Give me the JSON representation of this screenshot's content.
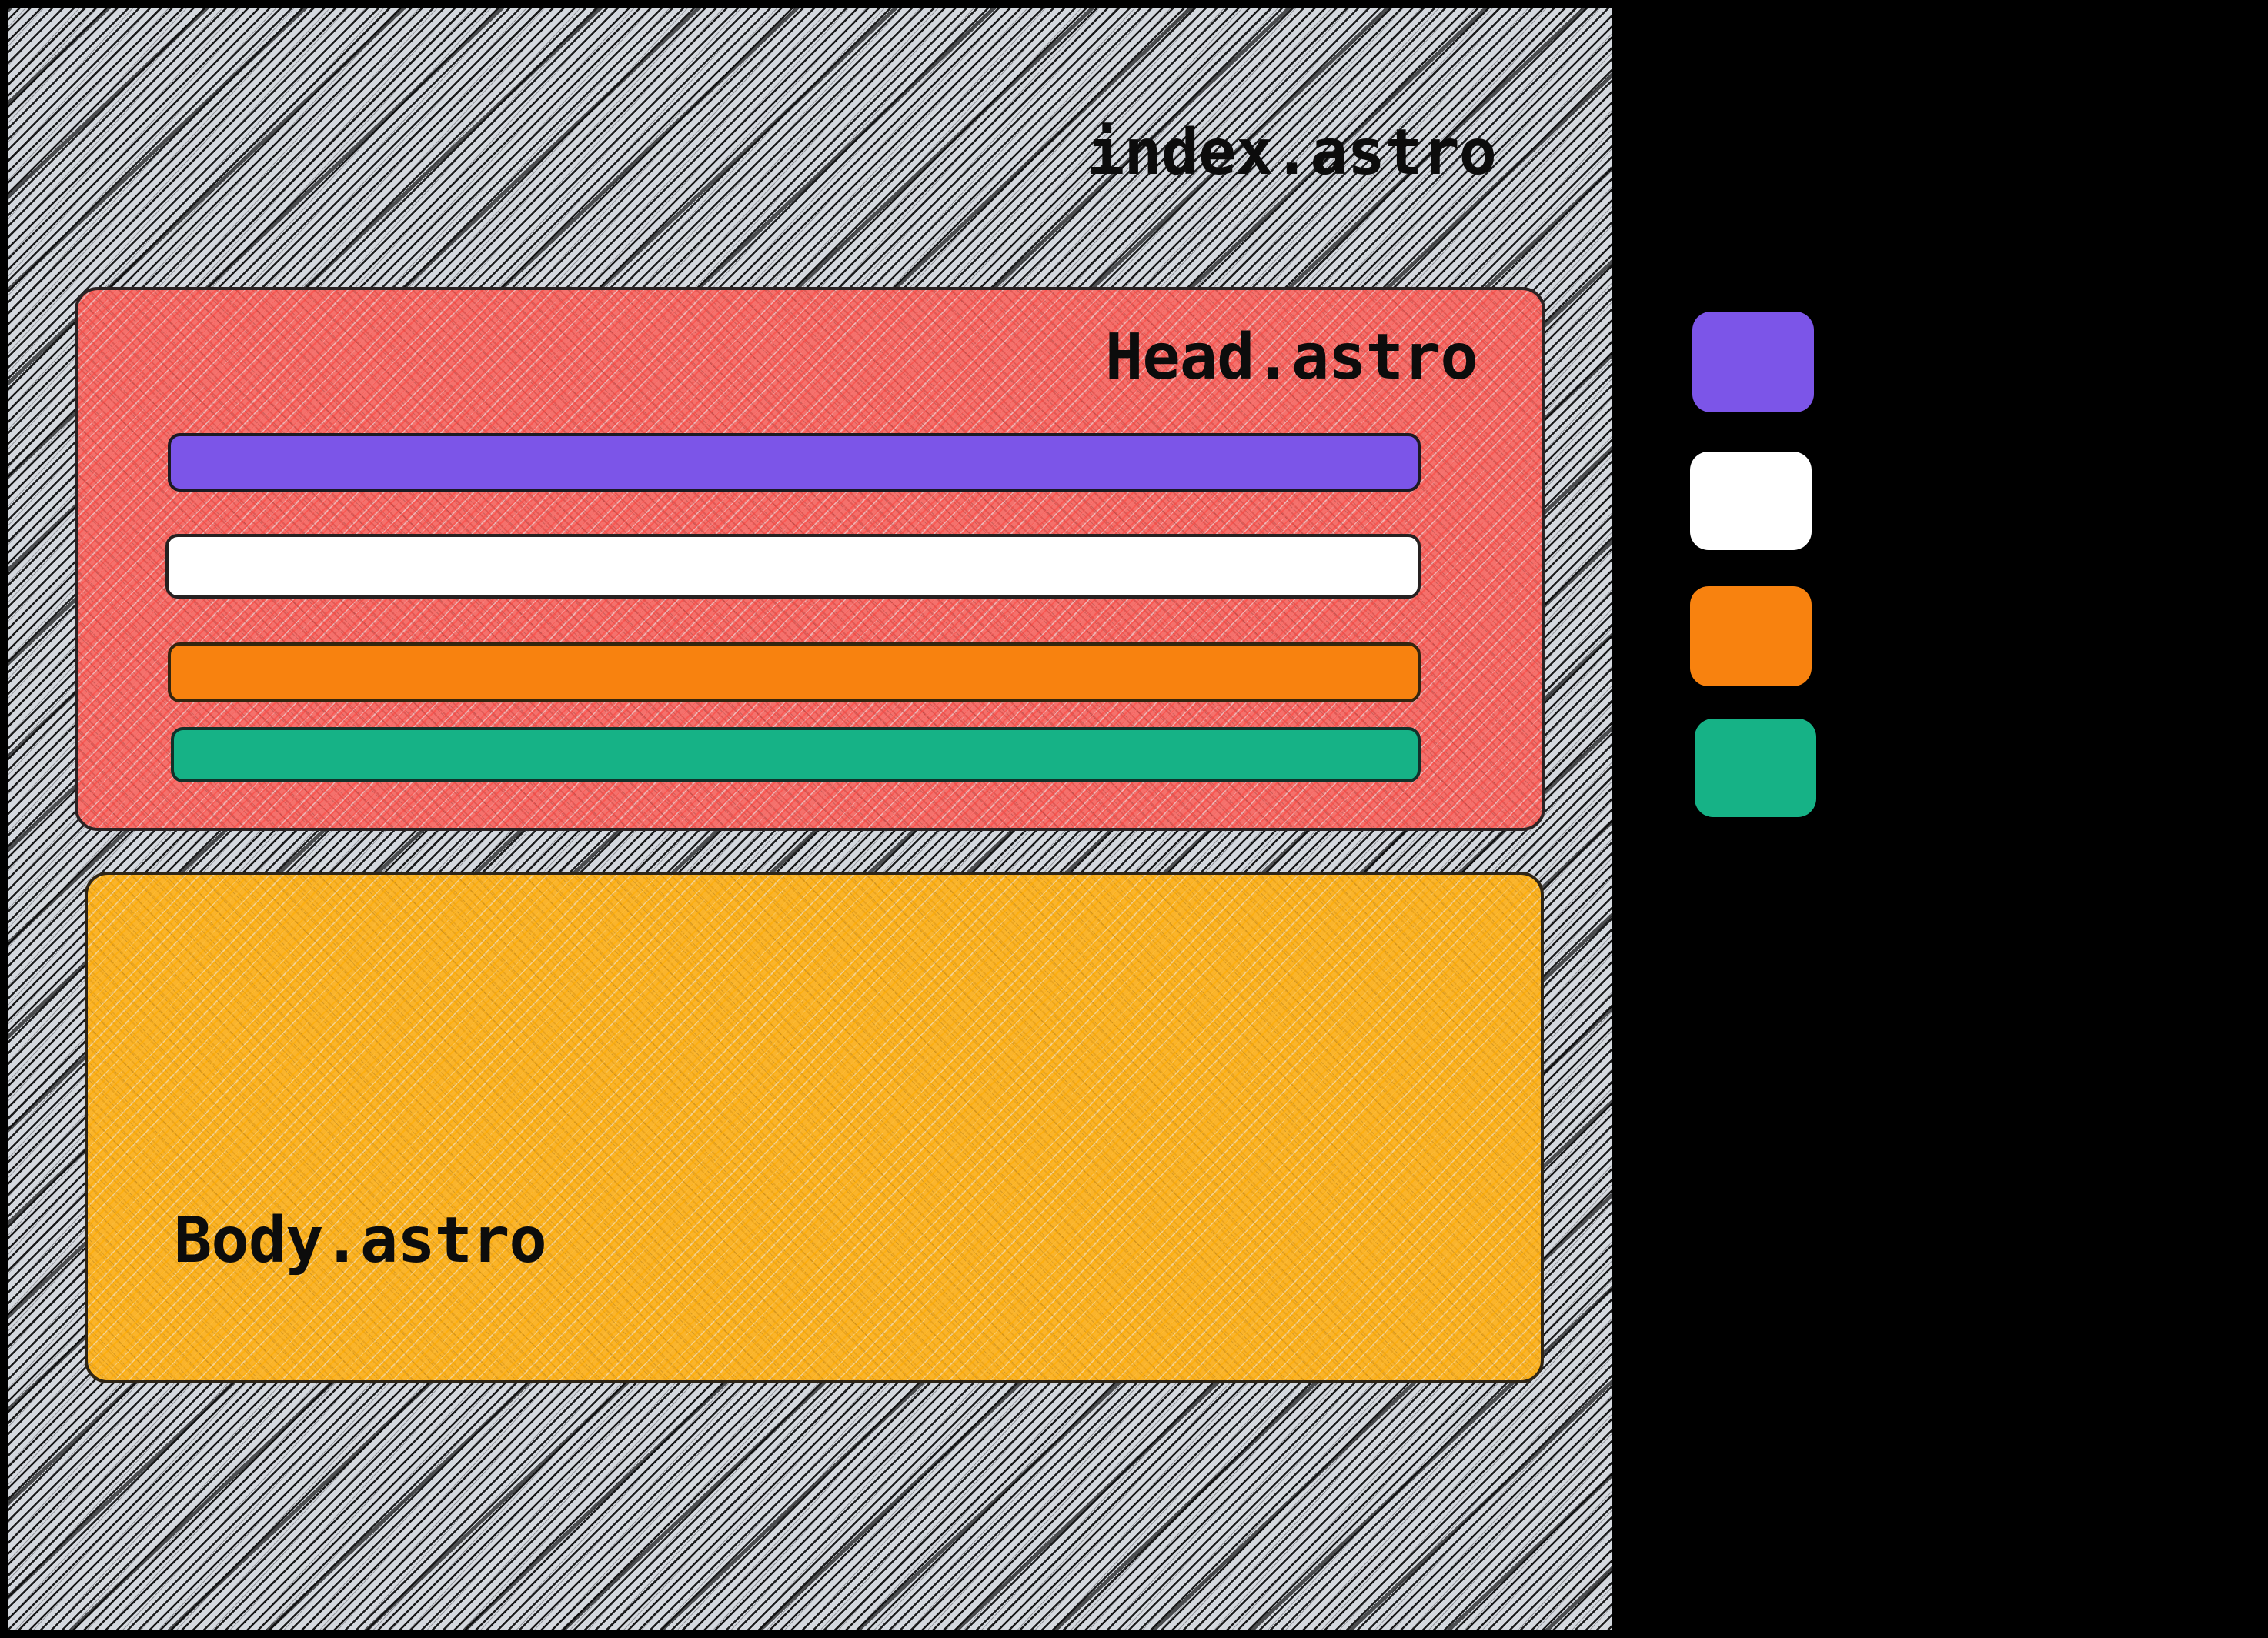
{
  "diagram": {
    "root": {
      "label": "index.astro"
    },
    "head": {
      "label": "Head.astro",
      "bars": [
        {
          "name": "purple-bar",
          "color": "#7c55e8"
        },
        {
          "name": "white-bar",
          "color": "#ffffff"
        },
        {
          "name": "orange-bar",
          "color": "#f8820f"
        },
        {
          "name": "green-bar",
          "color": "#16b286"
        }
      ]
    },
    "body": {
      "label": "Body.astro"
    },
    "legend": {
      "swatches": [
        {
          "name": "purple-swatch",
          "color": "#7c55e8"
        },
        {
          "name": "white-swatch",
          "color": "#ffffff"
        },
        {
          "name": "orange-swatch",
          "color": "#f8820f"
        },
        {
          "name": "green-swatch",
          "color": "#16b286"
        }
      ]
    },
    "colors": {
      "page_background": "#000000",
      "frame_fill": "#d4d8de",
      "head_fill": "#f4716c",
      "body_fill": "#fab42c",
      "outline": "#1c1a22",
      "text": "#0c0c0c"
    }
  }
}
